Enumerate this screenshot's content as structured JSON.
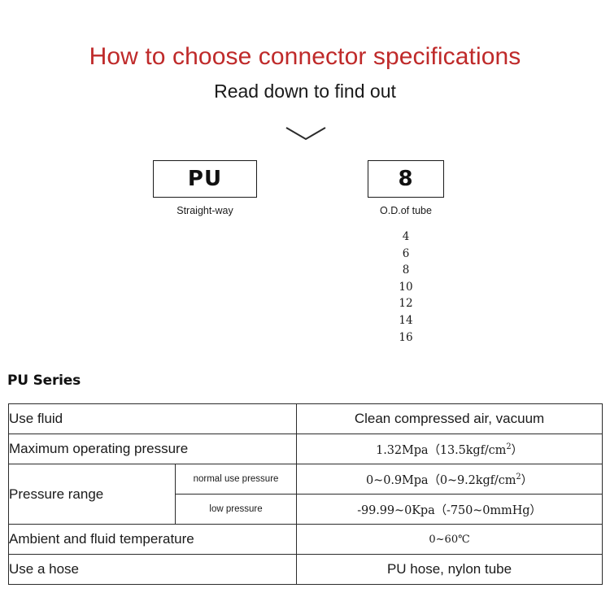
{
  "hero": {
    "title": "How to choose connector specifications",
    "subtitle": "Read down to find out",
    "title_color": "#bf2a2a",
    "chevron_icon": "chevron-down-icon"
  },
  "code_breakdown": [
    {
      "code": "PU",
      "caption": "Straight-way"
    },
    {
      "code": "8",
      "caption": "O.D.of tube",
      "options": [
        "4",
        "6",
        "8",
        "10",
        "12",
        "14",
        "16"
      ]
    }
  ],
  "spec": {
    "heading": "PU Series",
    "shade_color": "#f7efe6",
    "rows": [
      {
        "label": "Use fluid",
        "value": "Clean compressed air, vacuum",
        "shaded": true
      },
      {
        "label": "Maximum operating pressure",
        "value": "1.32Mpa（13.5kgf/cm",
        "value_sup": "2",
        "value_tail": "）",
        "shaded": false
      },
      {
        "label": "Pressure range",
        "sublabel": "normal use pressure",
        "value": "0~0.9Mpa（0~9.2kgf/cm",
        "value_sup": "2",
        "value_tail": "）",
        "shaded": true
      },
      {
        "sublabel": "low pressure",
        "value": "-99.99~0Kpa（-750~0mmHg）",
        "shaded": false
      },
      {
        "label": "Ambient and fluid temperature",
        "value": "0~60℃",
        "shaded": true
      },
      {
        "label": "Use a hose",
        "value": "PU hose, nylon tube",
        "shaded": false
      }
    ]
  }
}
